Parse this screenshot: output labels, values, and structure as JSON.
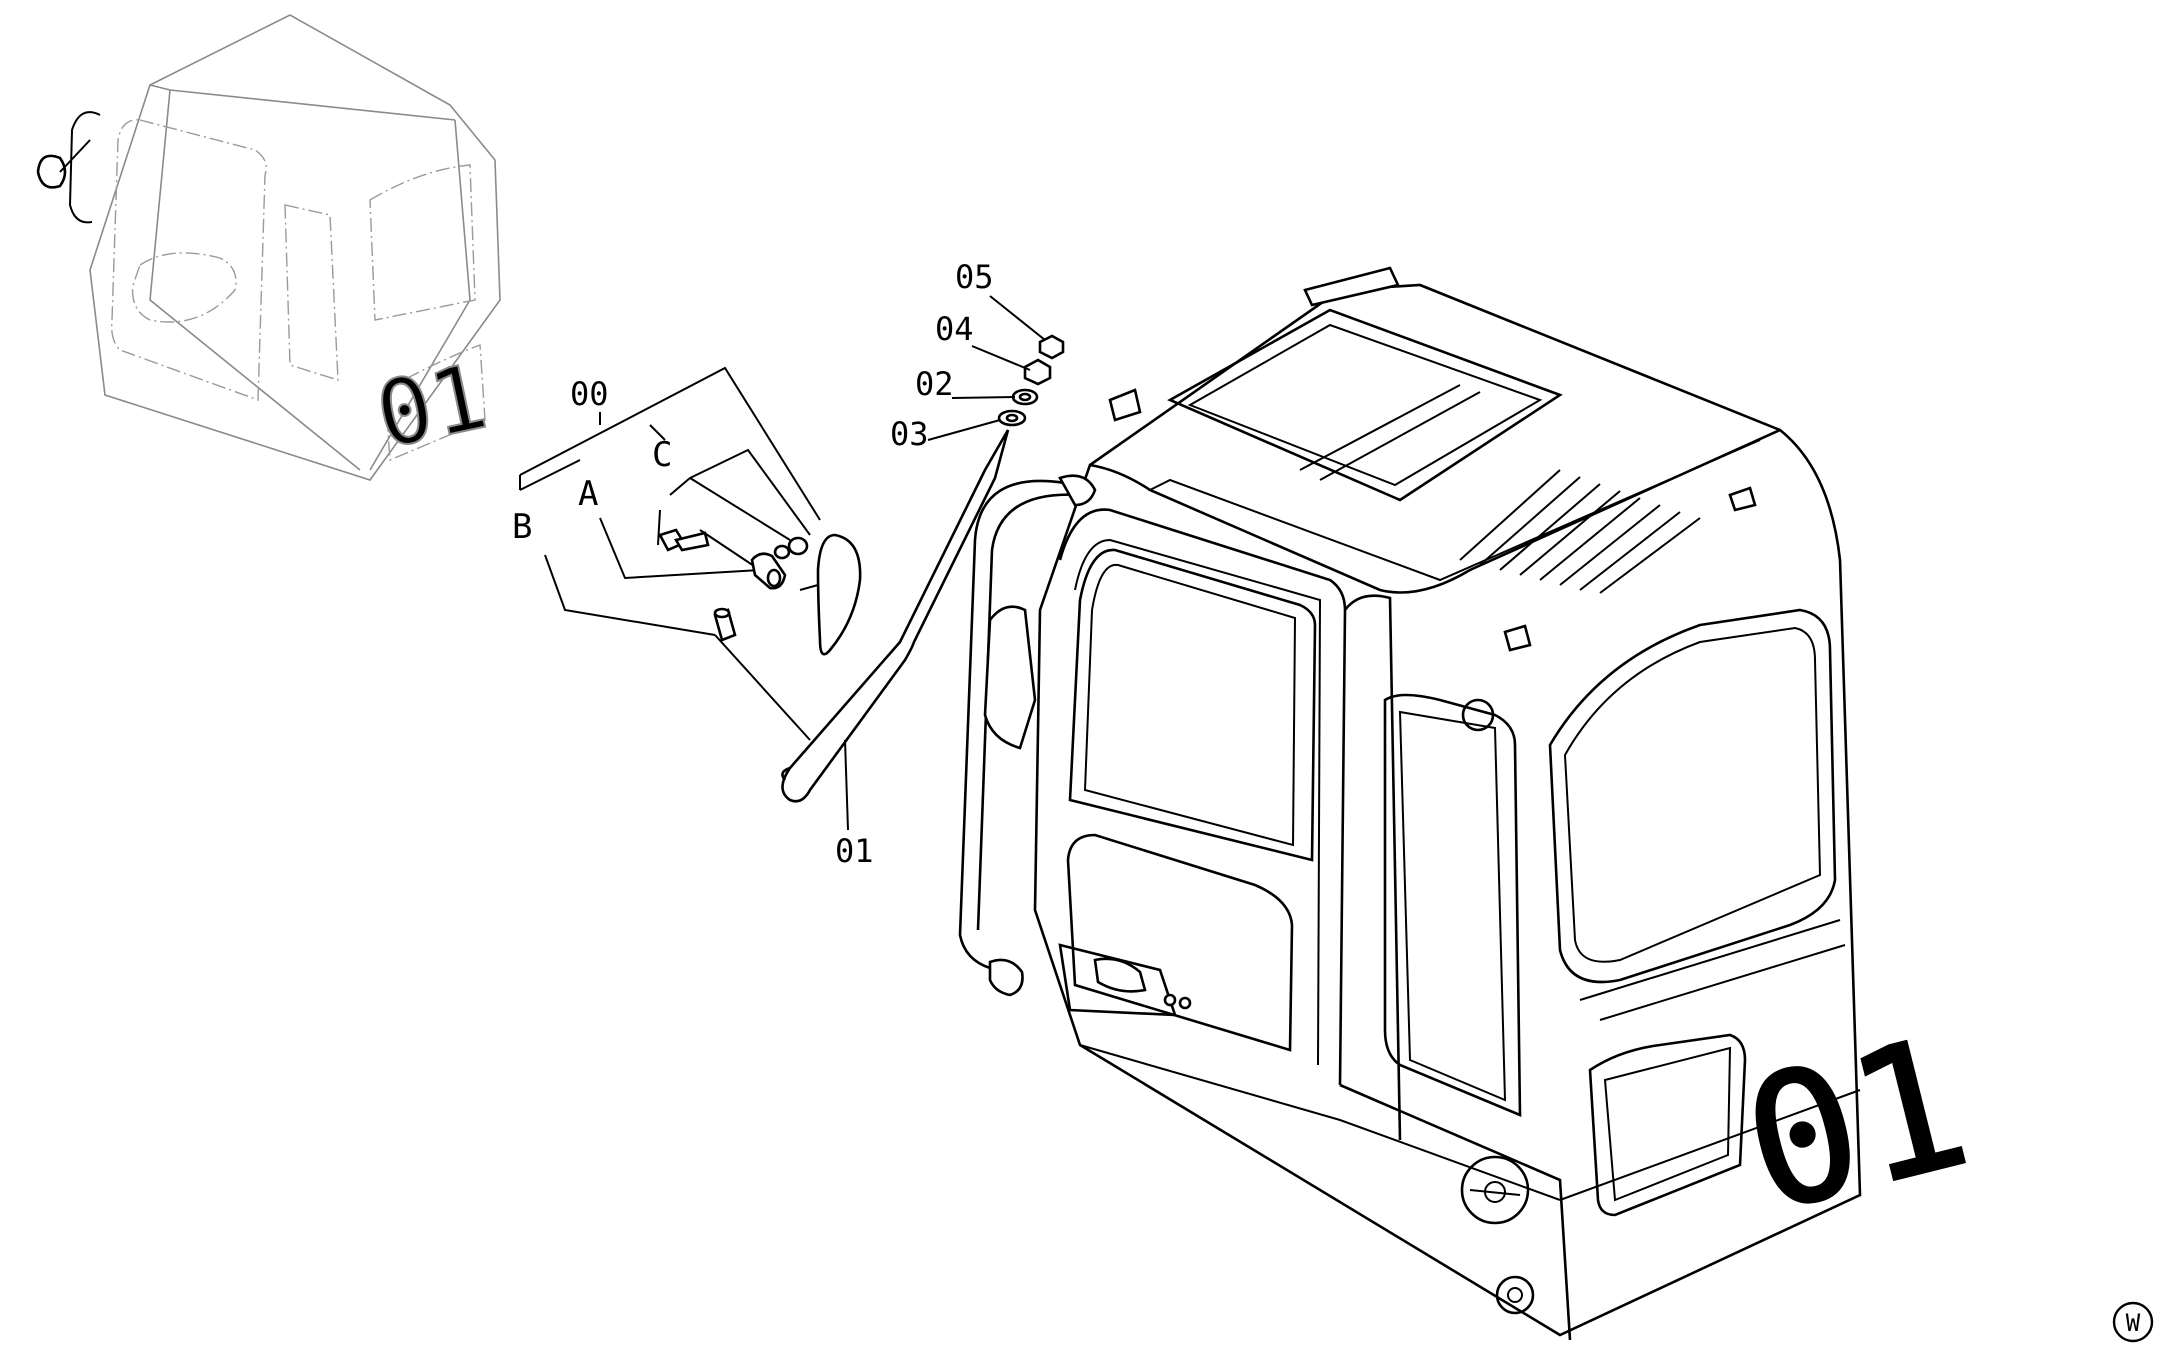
{
  "diagram": {
    "callouts": {
      "c00": "00",
      "c01": "01",
      "c02": "02",
      "c03": "03",
      "c04": "04",
      "c05": "05",
      "cA": "A",
      "cB": "B",
      "cC": "C"
    },
    "cab_number_large": "01",
    "cab_number_small": "01",
    "corner_mark": "W"
  }
}
